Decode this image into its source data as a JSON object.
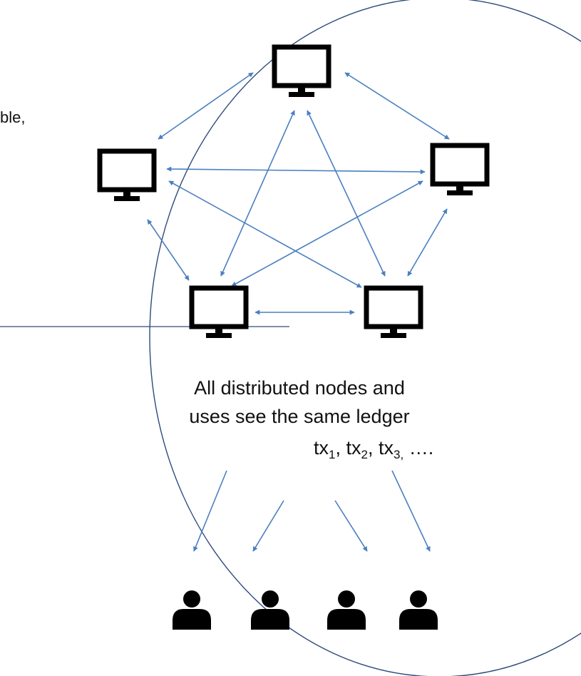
{
  "partial_text": "ble,",
  "caption": {
    "line1": "All distributed nodes and",
    "line2": "uses see the same ledger"
  },
  "ledger": {
    "items": [
      {
        "base": "tx",
        "sub": "1",
        "sep": ", "
      },
      {
        "base": "tx",
        "sub": "2",
        "sep": ", "
      },
      {
        "base": "tx",
        "sub": "3,",
        "sep": " "
      }
    ],
    "ellipsis": "…."
  },
  "nodes": [
    {
      "id": "top-node",
      "icon": "monitor-icon"
    },
    {
      "id": "left-node",
      "icon": "monitor-icon"
    },
    {
      "id": "right-node",
      "icon": "monitor-icon"
    },
    {
      "id": "bottom-left-node",
      "icon": "monitor-icon"
    },
    {
      "id": "bottom-right-node",
      "icon": "monitor-icon"
    }
  ],
  "users": [
    {
      "icon": "user-icon"
    },
    {
      "icon": "user-icon"
    },
    {
      "icon": "user-icon"
    },
    {
      "icon": "user-icon"
    }
  ],
  "colors": {
    "arrow": "#4a7fc0",
    "outline": "#2e4a7a",
    "icon": "#000000",
    "text": "#111111"
  }
}
